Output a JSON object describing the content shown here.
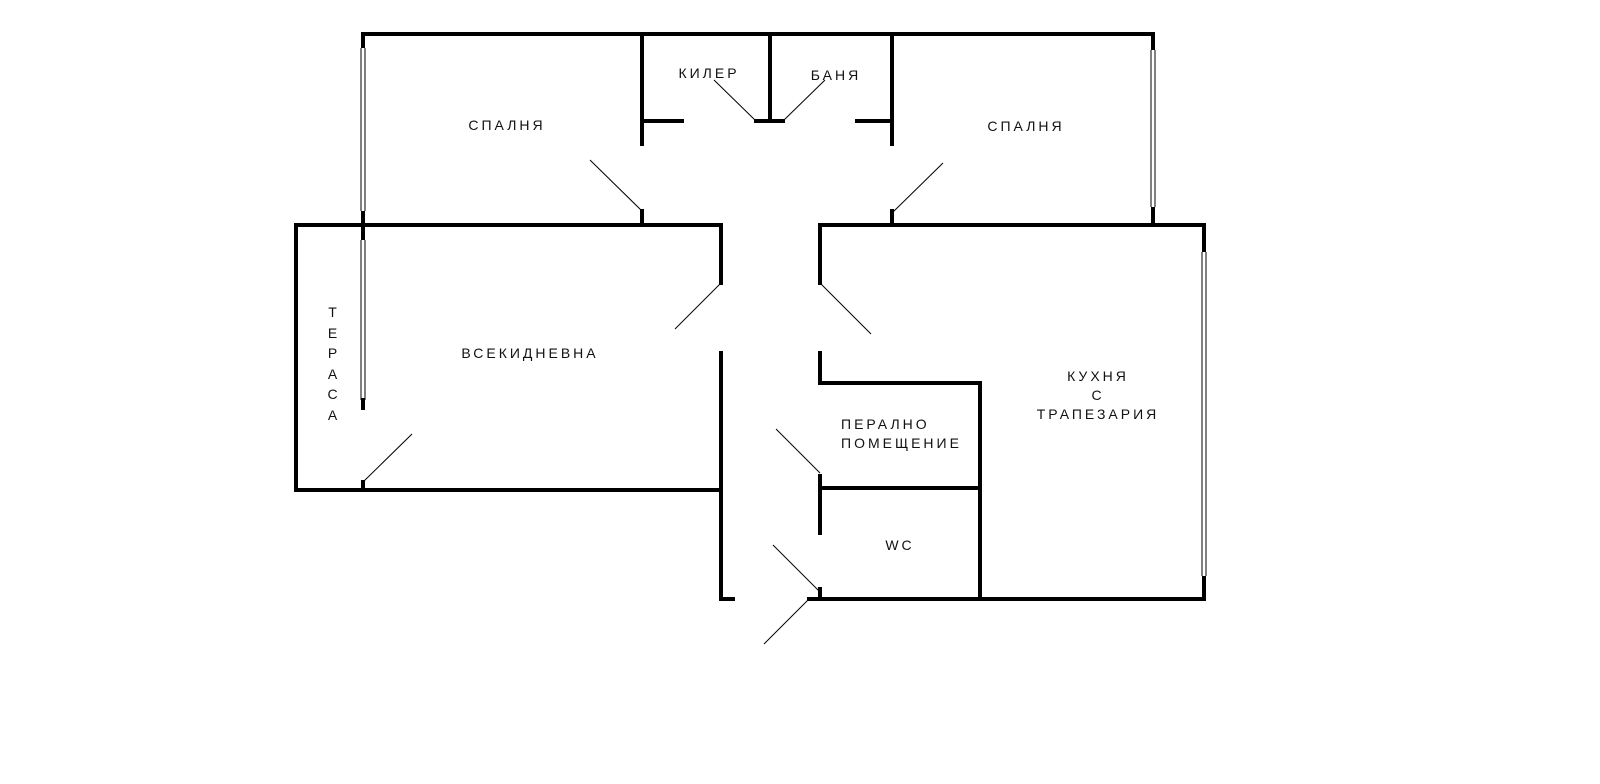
{
  "rooms": {
    "bedroom_left": "СПАЛНЯ",
    "pantry": "КИЛЕР",
    "bathroom": "БАНЯ",
    "bedroom_right": "СПАЛНЯ",
    "terrace": [
      "Т",
      "Е",
      "Р",
      "А",
      "С",
      "А"
    ],
    "living_room": "ВСЕКИДНЕВНА",
    "laundry": [
      "ПЕРАЛНО",
      "ПОМЕЩЕНИЕ"
    ],
    "wc": "WC",
    "kitchen": [
      "КУХНЯ",
      "С",
      "ТРАПЕЗАРИЯ"
    ]
  }
}
